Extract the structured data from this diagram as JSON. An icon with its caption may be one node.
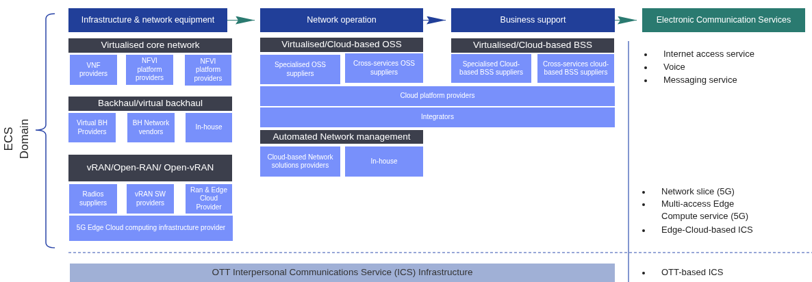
{
  "diagram": {
    "nodes": [
      {
        "text": [
          "Infrastructure & network equipment"
        ]
      },
      {
        "text": [
          "Network operation"
        ]
      },
      {
        "text": [
          "Business support"
        ]
      },
      {
        "text": [
          "Electronic Communication Services"
        ]
      },
      {
        "text": [
          "Virtualised core network"
        ]
      },
      {
        "text": [
          "VNF providers"
        ]
      },
      {
        "text": [
          "NFVI platform providers"
        ]
      },
      {
        "text": [
          "NFVI platform providers"
        ]
      },
      {
        "text": [
          "Backhaul/virtual backhaul"
        ]
      },
      {
        "text": [
          "Virtual BH Providers"
        ]
      },
      {
        "text": [
          "BH Network vendors"
        ]
      },
      {
        "text": [
          "In-house"
        ]
      },
      {
        "text": [
          "vRAN/Open-RAN/ Open-vRAN"
        ]
      },
      {
        "text": [
          "Radios suppliers"
        ]
      },
      {
        "text": [
          "vRAN SW providers"
        ]
      },
      {
        "text": [
          "Ran & Edge Cloud Provider"
        ]
      },
      {
        "text": [
          "5G Edge Cloud computing infrastructure provider"
        ]
      },
      {
        "text": [
          "Virtualised/Cloud-based OSS"
        ]
      },
      {
        "text": [
          "Specialised OSS suppliers"
        ]
      },
      {
        "text": [
          "Cross-services OSS suppliers"
        ]
      },
      {
        "text": [
          "Virtualised/Cloud-based BSS"
        ]
      },
      {
        "text": [
          "Specialised Cloud-based BSS suppliers"
        ]
      },
      {
        "text": [
          "Cross-services cloud-based BSS suppliers"
        ]
      },
      {
        "text": [
          "Cloud platform providers"
        ]
      },
      {
        "text": [
          "Integrators"
        ]
      },
      {
        "text": [
          "Automated Network management"
        ]
      },
      {
        "text": [
          "Cloud-based Network solutions providers"
        ]
      },
      {
        "text": [
          "In-house"
        ]
      },
      {
        "text": [
          "OTT Interpersonal Communications Service (ICS) Infrastructure"
        ]
      }
    ],
    "edges": [
      {
        "from": 0,
        "to": 1,
        "arrow": "to"
      },
      {
        "from": 1,
        "to": 2,
        "arrow": "to",
        "color": "#213f99"
      },
      {
        "from": 2,
        "to": 3,
        "arrow": "to"
      }
    ],
    "labels": [
      "ECS Domain",
      "Internet access service",
      "Voice",
      "Messaging service",
      "Network slice (5G)",
      "Multi-access Edge Compute service (5G)",
      "Edge-Cloud-based ICS",
      "OTT-based ICS"
    ]
  }
}
